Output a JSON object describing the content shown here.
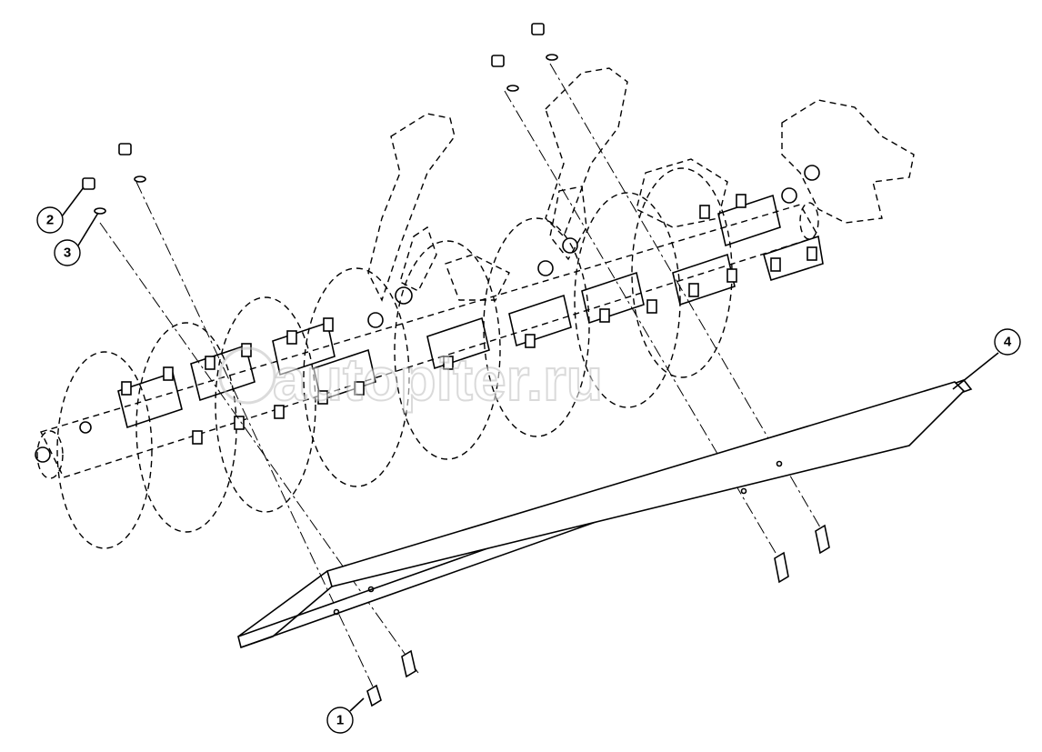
{
  "diagram": {
    "watermark": "autopiter.ru",
    "callouts": [
      {
        "id": "1",
        "label": "1"
      },
      {
        "id": "2",
        "label": "2"
      },
      {
        "id": "3",
        "label": "3"
      },
      {
        "id": "4",
        "label": "4"
      }
    ]
  }
}
